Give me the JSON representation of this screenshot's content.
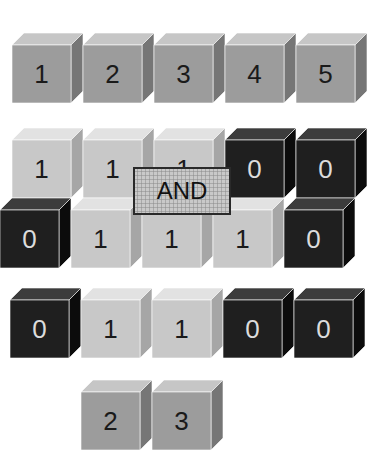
{
  "diagram": {
    "nodes": [
      {
        "text": [
          "1"
        ]
      },
      {
        "text": [
          "2"
        ]
      },
      {
        "text": [
          "3"
        ]
      },
      {
        "text": [
          "4"
        ]
      },
      {
        "text": [
          "5"
        ]
      },
      {
        "text": [
          "1"
        ]
      },
      {
        "text": [
          "1"
        ]
      },
      {
        "text": [
          "1"
        ]
      },
      {
        "text": [
          "0"
        ]
      },
      {
        "text": [
          "0"
        ]
      },
      {
        "text": [
          "AND"
        ]
      },
      {
        "text": [
          "0"
        ]
      },
      {
        "text": [
          "1"
        ]
      },
      {
        "text": [
          "1"
        ]
      },
      {
        "text": [
          "1"
        ]
      },
      {
        "text": [
          "0"
        ]
      },
      {
        "text": [
          "0"
        ]
      },
      {
        "text": [
          "1"
        ]
      },
      {
        "text": [
          "1"
        ]
      },
      {
        "text": [
          "0"
        ]
      },
      {
        "text": [
          "0"
        ]
      },
      {
        "text": [
          "2"
        ]
      },
      {
        "text": [
          "3"
        ]
      }
    ]
  }
}
